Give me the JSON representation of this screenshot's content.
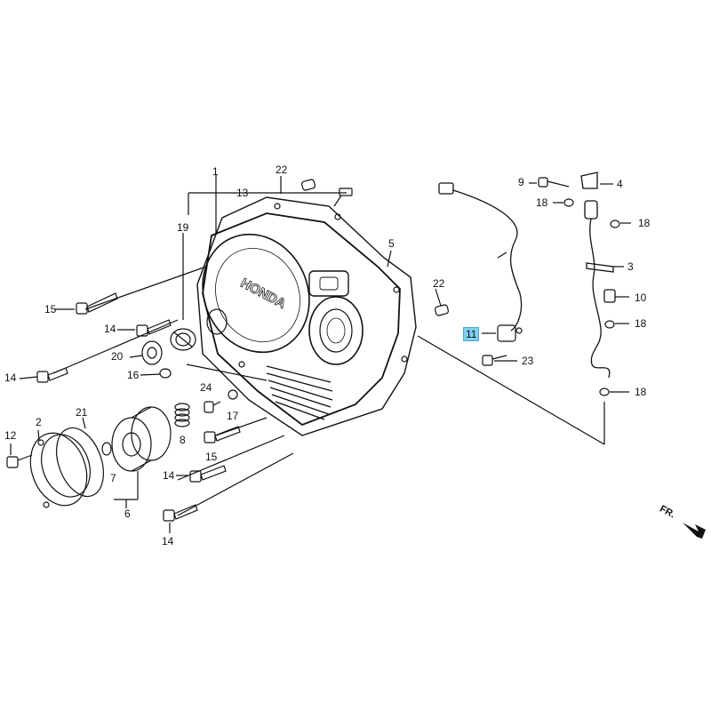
{
  "labels": {
    "l1": "1",
    "l2": "2",
    "l3": "3",
    "l4": "4",
    "l5": "5",
    "l6": "6",
    "l7": "7",
    "l8": "8",
    "l9": "9",
    "l10": "10",
    "l11": "11",
    "l12": "12",
    "l13": "13",
    "l14a": "14",
    "l14b": "14",
    "l14c": "14",
    "l14d": "14",
    "l15a": "15",
    "l15b": "15",
    "l16": "16",
    "l17": "17",
    "l18a": "18",
    "l18b": "18",
    "l18c": "18",
    "l18d": "18",
    "l19": "19",
    "l20": "20",
    "l21": "21",
    "l22a": "22",
    "l22b": "22",
    "l23": "23",
    "l24": "24"
  },
  "cover_brand": "HONDA",
  "direction_marker": "FR.",
  "highlight_color": "#7fd0f0"
}
